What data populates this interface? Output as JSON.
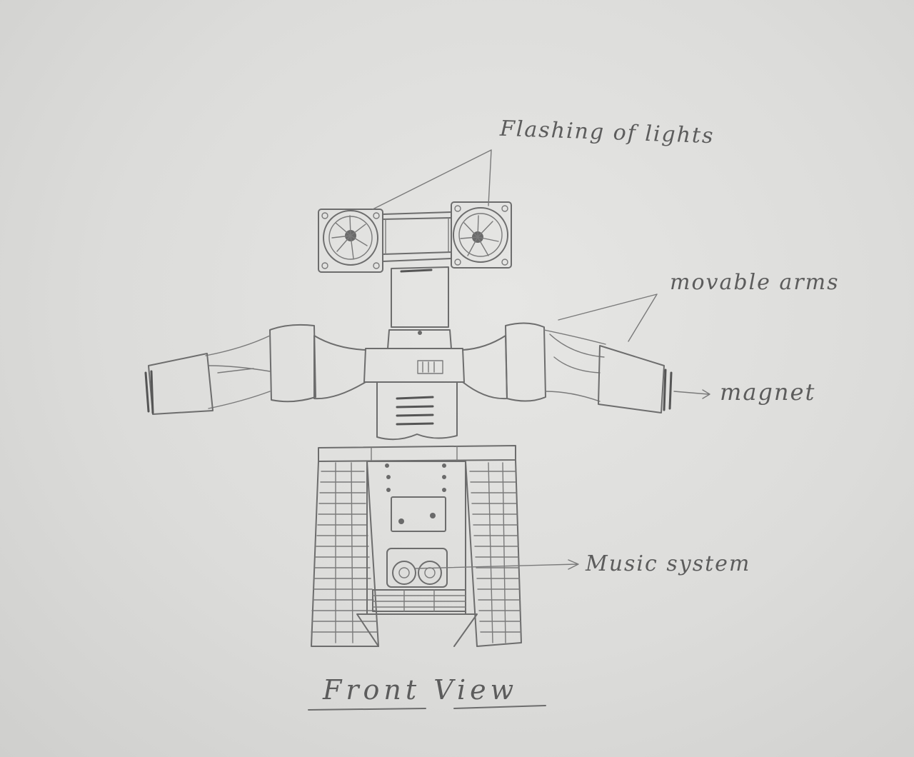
{
  "labels": {
    "flashing_lights": "Flashing of lights",
    "movable_arms": "movable arms",
    "magnet": "magnet",
    "music_system": "Music system",
    "front_view": "Front View"
  },
  "colors": {
    "paper": "#dcdcda",
    "pencil": "#6d6d6d"
  }
}
